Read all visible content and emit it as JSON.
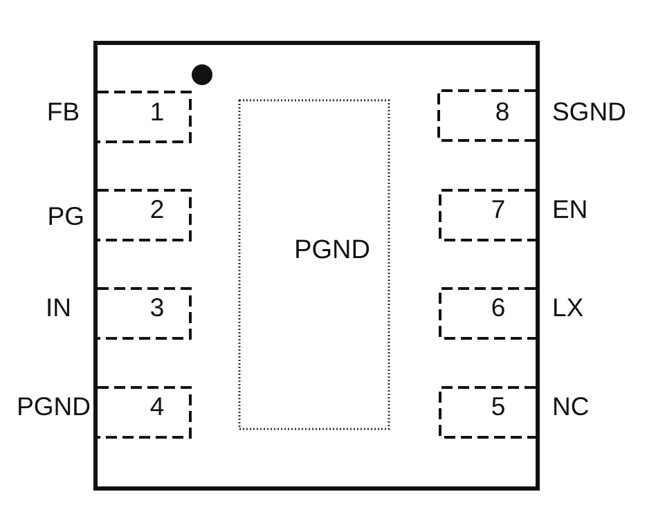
{
  "package": {
    "center_pad_label": "PGND",
    "pins": [
      {
        "number": "1",
        "name": "FB"
      },
      {
        "number": "2",
        "name": "PG"
      },
      {
        "number": "3",
        "name": "IN"
      },
      {
        "number": "4",
        "name": "PGND"
      },
      {
        "number": "5",
        "name": "NC"
      },
      {
        "number": "6",
        "name": "LX"
      },
      {
        "number": "7",
        "name": "EN"
      },
      {
        "number": "8",
        "name": "SGND"
      }
    ]
  }
}
